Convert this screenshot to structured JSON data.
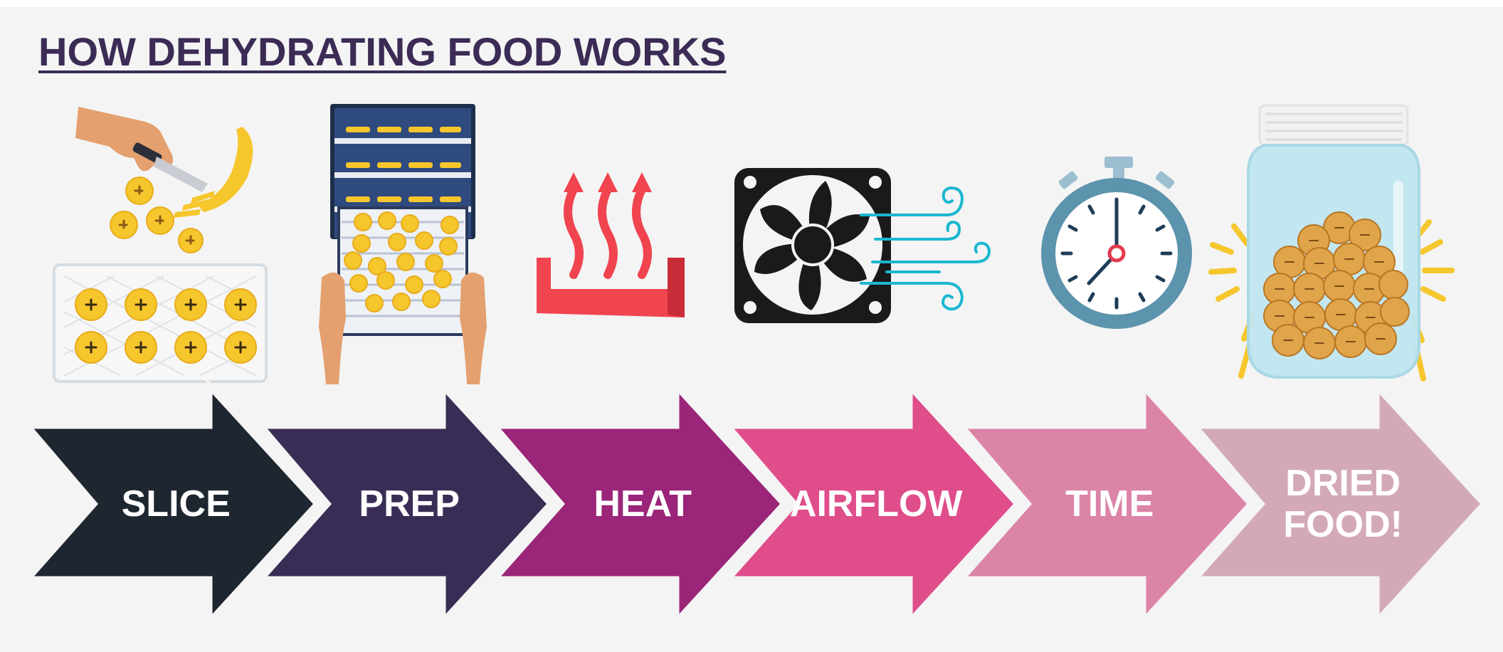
{
  "title": "HOW DEHYDRATING FOOD WORKS",
  "colors": {
    "title": "#3b2b55",
    "background": "#f4f4f4",
    "banana": "#f6c62d",
    "heat": "#f0444f",
    "wind": "#1ab8d0",
    "stopwatch": "#5c93ad",
    "jar": "#bfe6f0",
    "dried_food": "#e0a44a"
  },
  "steps": [
    {
      "label": [
        "SLICE"
      ],
      "color": "#1e2630",
      "icon": "hand-knife-banana-slices-icon"
    },
    {
      "label": [
        "PREP"
      ],
      "color": "#3a2d55",
      "icon": "dehydrator-trays-icon"
    },
    {
      "label": [
        "HEAT"
      ],
      "color": "#9a2579",
      "icon": "heat-waves-icon"
    },
    {
      "label": [
        "AIRFLOW"
      ],
      "color": "#df4d8a",
      "icon": "fan-airflow-icon"
    },
    {
      "label": [
        "TIME"
      ],
      "color": "#db84a8",
      "icon": "stopwatch-icon"
    },
    {
      "label": [
        "DRIED",
        "FOOD!"
      ],
      "color": "#d3a9b8",
      "icon": "jar-dried-food-icon"
    }
  ]
}
